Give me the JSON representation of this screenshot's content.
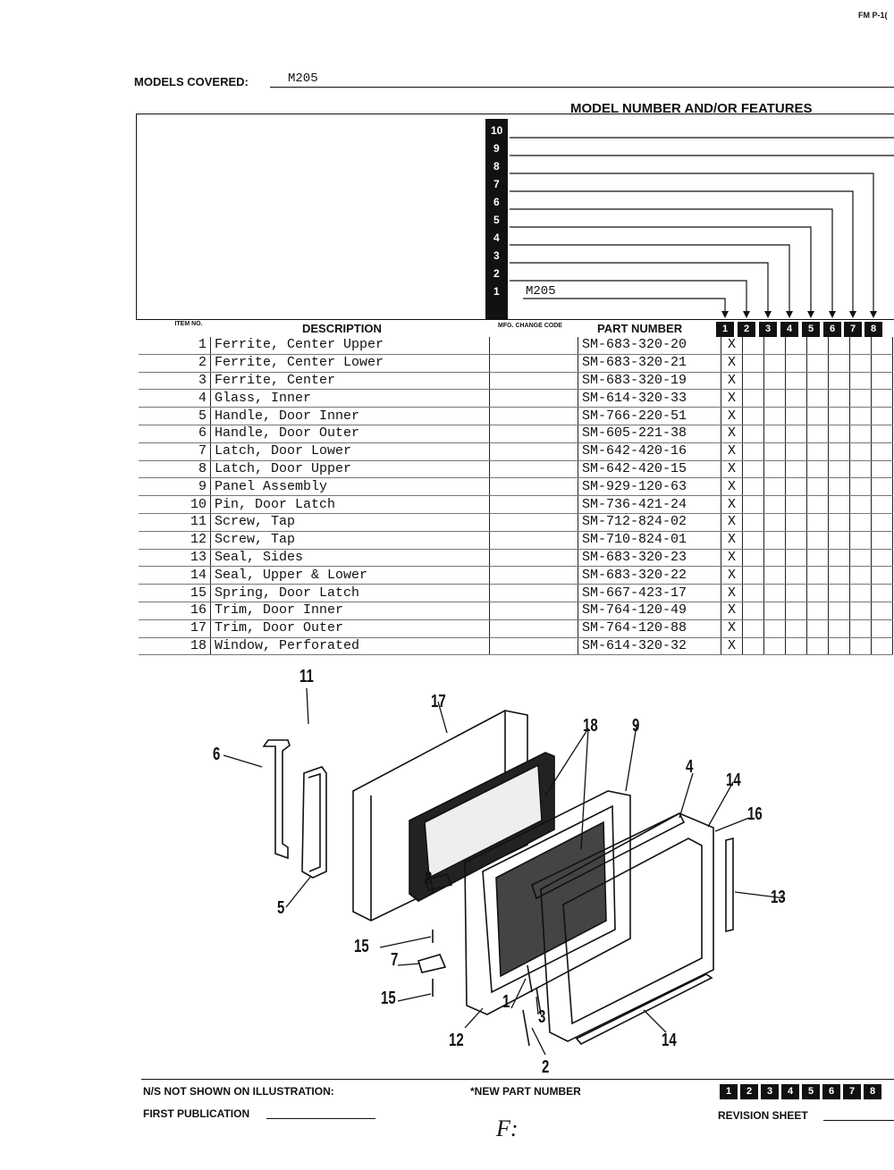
{
  "corner_code": "FM P-1(",
  "models_covered": {
    "label": "MODELS COVERED:",
    "value": "M205"
  },
  "model_header": "MODEL NUMBER AND/OR FEATURES",
  "model_rows": [
    "10",
    "9",
    "8",
    "7",
    "6",
    "5",
    "4",
    "3",
    "2",
    "1"
  ],
  "model_1_name": "M205",
  "headers": {
    "item_no": "ITEM NO.",
    "description": "DESCRIPTION",
    "mfg_change_code": "MFG. CHANGE CODE",
    "part_number": "PART NUMBER",
    "model_cols": [
      "1",
      "2",
      "3",
      "4",
      "5",
      "6",
      "7",
      "8"
    ]
  },
  "parts": [
    {
      "item": "1",
      "desc": "Ferrite, Center Upper",
      "pn": "SM-683-320-20",
      "m1": "X"
    },
    {
      "item": "2",
      "desc": "Ferrite, Center Lower",
      "pn": "SM-683-320-21",
      "m1": "X"
    },
    {
      "item": "3",
      "desc": "Ferrite, Center",
      "pn": "SM-683-320-19",
      "m1": "X"
    },
    {
      "item": "4",
      "desc": "Glass, Inner",
      "pn": "SM-614-320-33",
      "m1": "X"
    },
    {
      "item": "5",
      "desc": "Handle, Door Inner",
      "pn": "SM-766-220-51",
      "m1": "X"
    },
    {
      "item": "6",
      "desc": "Handle, Door Outer",
      "pn": "SM-605-221-38",
      "m1": "X"
    },
    {
      "item": "7",
      "desc": "Latch, Door Lower",
      "pn": "SM-642-420-16",
      "m1": "X"
    },
    {
      "item": "8",
      "desc": "Latch, Door Upper",
      "pn": "SM-642-420-15",
      "m1": "X"
    },
    {
      "item": "9",
      "desc": "Panel Assembly",
      "pn": "SM-929-120-63",
      "m1": "X"
    },
    {
      "item": "10",
      "desc": "Pin, Door Latch",
      "pn": "SM-736-421-24",
      "m1": "X"
    },
    {
      "item": "11",
      "desc": "Screw, Tap",
      "pn": "SM-712-824-02",
      "m1": "X"
    },
    {
      "item": "12",
      "desc": "Screw, Tap",
      "pn": "SM-710-824-01",
      "m1": "X"
    },
    {
      "item": "13",
      "desc": "Seal, Sides",
      "pn": "SM-683-320-23",
      "m1": "X"
    },
    {
      "item": "14",
      "desc": "Seal, Upper & Lower",
      "pn": "SM-683-320-22",
      "m1": "X"
    },
    {
      "item": "15",
      "desc": "Spring, Door Latch",
      "pn": "SM-667-423-17",
      "m1": "X"
    },
    {
      "item": "16",
      "desc": "Trim, Door  Inner",
      "pn": "SM-764-120-49",
      "m1": "X"
    },
    {
      "item": "17",
      "desc": "Trim, Door  Outer",
      "pn": "SM-764-120-88",
      "m1": "X"
    },
    {
      "item": "18",
      "desc": "Window, Perforated",
      "pn": "SM-614-320-32",
      "m1": "X"
    }
  ],
  "callouts": [
    "11",
    "17",
    "18",
    "9",
    "6",
    "4",
    "14",
    "16",
    "13",
    "5",
    "8",
    "15",
    "7",
    "15",
    "1",
    "3",
    "12",
    "14",
    "2"
  ],
  "footer": {
    "ns_note": "N/S NOT SHOWN ON ILLUSTRATION:",
    "new_part": "*NEW PART NUMBER",
    "first_publication": "FIRST PUBLICATION",
    "revision_sheet": "REVISION SHEET",
    "model_cols": [
      "1",
      "2",
      "3",
      "4",
      "5",
      "6",
      "7",
      "8"
    ],
    "handwriting": "F:"
  }
}
